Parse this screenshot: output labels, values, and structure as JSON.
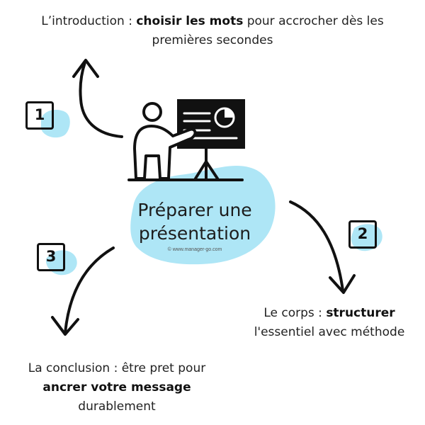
{
  "colors": {
    "accent_blob": "#aee6f6",
    "ink": "#111111"
  },
  "center": {
    "title_line1": "Préparer une",
    "title_line2": "présentation",
    "copyright": "© www.manager-go.com",
    "icon": "presenter-at-board-icon"
  },
  "steps": [
    {
      "number": "1",
      "text_before": "L’introduction : ",
      "text_bold": "choisir les mots",
      "text_after": " pour accrocher dès les premières secondes"
    },
    {
      "number": "2",
      "text_before": "Le corps : ",
      "text_bold": "structurer",
      "text_after": "l'essentiel avec méthode"
    },
    {
      "number": "3",
      "text_before": "La conclusion : être pret pour",
      "text_bold": "ancrer votre message",
      "text_after": "durablement"
    }
  ]
}
